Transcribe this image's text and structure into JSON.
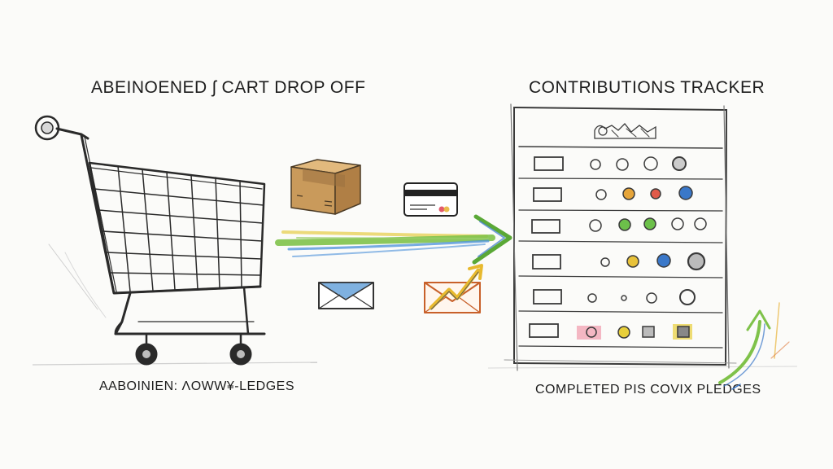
{
  "left_title": "ABEINOENED ʃ CART DROP OFF",
  "right_title": "CONTRIBUTIONS TRACKER",
  "left_caption": "AABOINIEN: ΛOWW¥-LEDGES",
  "right_caption": "COMPLETED PIS COVIX PLEDGES",
  "icons": [
    "shopping-cart-icon",
    "package-box-icon",
    "credit-card-icon",
    "envelope-icon",
    "envelope-growth-arrow-icon",
    "flow-arrow-icon",
    "tracker-board-icon",
    "growth-arrow-icon"
  ],
  "colors": {
    "arrow_green": "#7fc24a",
    "arrow_blue": "#4a90d9",
    "arrow_yellow": "#e8d25a",
    "box_brown": "#c99a5b",
    "envelope_blue": "#7fb1e0",
    "envelope_orange": "#e07a3a",
    "growth_yellow": "#e7b92e",
    "dot_orange": "#e6a53a",
    "dot_red": "#e05a4a",
    "dot_blue": "#3a78c9",
    "dot_green": "#6cc04a",
    "dot_pink": "#f2a0b0",
    "dot_yellow": "#e8cf3a"
  }
}
